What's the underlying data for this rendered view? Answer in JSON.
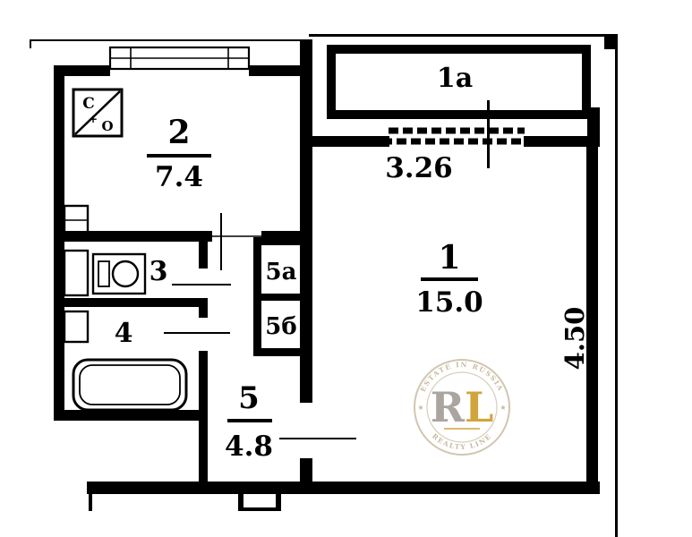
{
  "rooms": {
    "r1": {
      "number": "1",
      "area": "15.0"
    },
    "r1a": {
      "number": "1a"
    },
    "r2": {
      "number": "2",
      "area": "7.4"
    },
    "r3": {
      "number": "3"
    },
    "r4": {
      "number": "4"
    },
    "r5": {
      "number": "5",
      "area": "4.8"
    },
    "r5a": {
      "number": "5a"
    },
    "r5b": {
      "number": "5б"
    }
  },
  "dimensions": {
    "horizontal": "3.26",
    "vertical": "4.50"
  },
  "fixtures": {
    "stove_top": "C",
    "stove_plus": "+",
    "stove_bottom": "O"
  },
  "watermark": {
    "initials_r": "R",
    "initials_l": "L",
    "arc_top": "ESTATE IN RUSSIA",
    "arc_bottom": "REALTY LINE",
    "star": "★",
    "gold": "#cfa032",
    "gray": "#a6a29a",
    "ring": "#cfc4ae"
  },
  "colors": {
    "ink": "#000000",
    "paper": "#ffffff"
  }
}
